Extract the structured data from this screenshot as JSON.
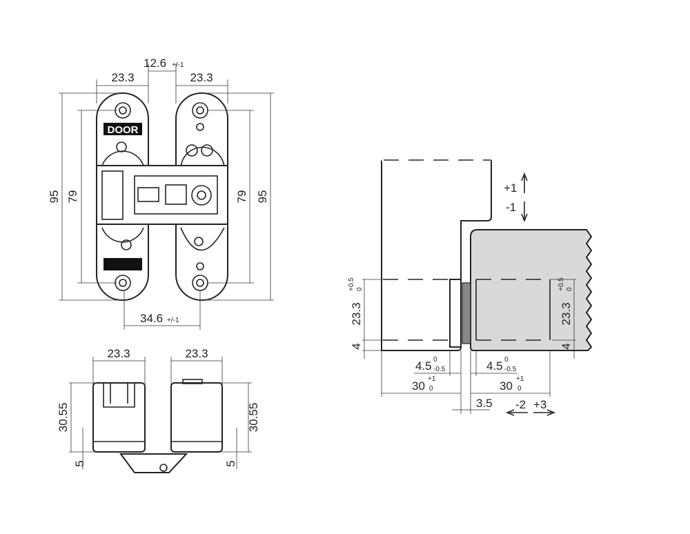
{
  "front_view": {
    "top_left_width": "23.3",
    "gap": "12.6",
    "gap_tol": "+/-1",
    "top_right_width": "23.3",
    "left_height_outer": "95",
    "left_height_inner": "79",
    "right_height_inner": "79",
    "right_height_outer": "95",
    "bottom_span": "34.6",
    "bottom_span_tol": "+/-1",
    "logo_text": "DOOR"
  },
  "bottom_view": {
    "left_width": "23.3",
    "right_width": "23.3",
    "left_depth": "30.55",
    "right_depth": "30.55",
    "left_offset": "5",
    "right_offset": "5"
  },
  "section_view": {
    "vertical_plus": "+1",
    "vertical_minus": "-1",
    "left_pocket_height": "23.3",
    "left_pocket_tol_upper": "+0.5",
    "left_pocket_tol_lower": "0",
    "left_offset": "4",
    "right_pocket_height": "23.3",
    "right_pocket_tol_upper": "+0.5",
    "right_pocket_tol_lower": "0",
    "right_offset": "4",
    "left_edge": "4.5",
    "left_edge_tol_upper": "0",
    "left_edge_tol_lower": "-0.5",
    "right_edge": "4.5",
    "right_edge_tol_upper": "0",
    "right_edge_tol_lower": "-0.5",
    "left_depth": "30",
    "left_depth_tol_upper": "+1",
    "left_depth_tol_lower": "0",
    "right_depth": "30",
    "right_depth_tol_upper": "+1",
    "right_depth_tol_lower": "0",
    "gap": "3.5",
    "lateral_minus": "-2",
    "lateral_plus": "+3"
  },
  "colors": {
    "door_fill": "#d9d9d9",
    "line": "#222222"
  }
}
